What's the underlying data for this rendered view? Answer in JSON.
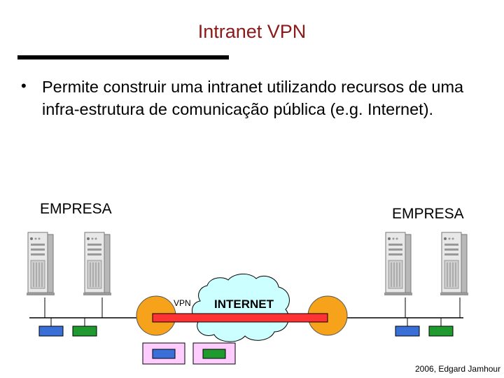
{
  "slide": {
    "title": "Intranet VPN",
    "bullet": "Permite construir uma intranet utilizando recursos de uma infra-estrutura de comunicação pública (e.g. Internet).",
    "bullet_symbol": "•"
  },
  "diagram": {
    "empresa_left": "EMPRESA",
    "empresa_right": "EMPRESA",
    "vpn_label": "VPN",
    "internet_label": "INTERNET"
  },
  "footer": "2006, Edgard Jamhour",
  "colors": {
    "title": "#8b1a1a",
    "router": "#f7a21b",
    "cloud": "#ccffff",
    "tunnel": "#ff3333",
    "blue_terminal": "#3a6fd8",
    "green_terminal": "#1f9a2e",
    "remote_box": "#ffccff"
  },
  "icons": [
    "server-icon",
    "router-icon",
    "cloud-icon",
    "terminal-icon"
  ]
}
